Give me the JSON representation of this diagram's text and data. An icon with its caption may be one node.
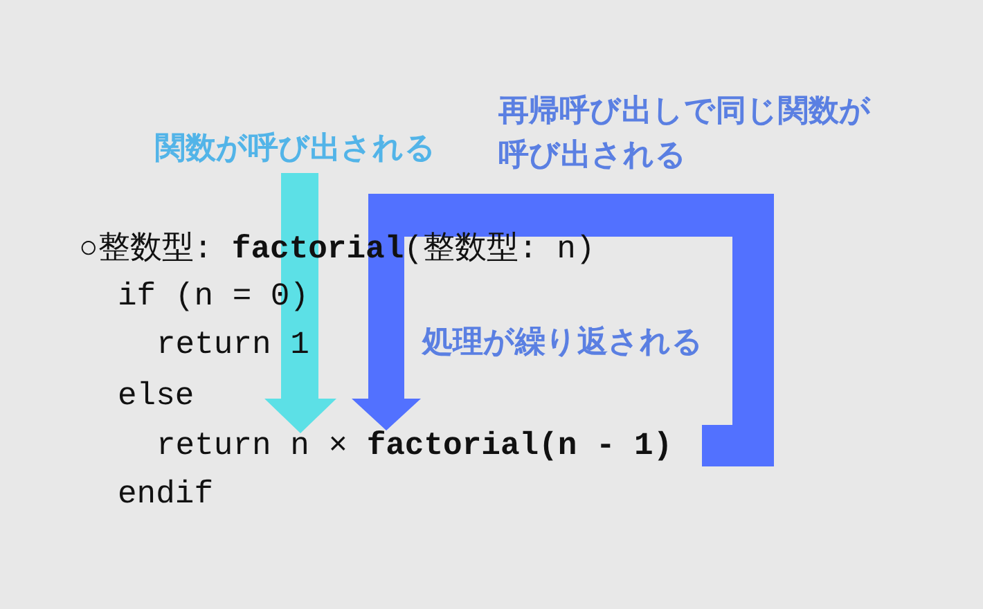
{
  "diagram": {
    "labels": [
      "再帰呼び出しで同じ関数が呼び出される",
      "関数が呼び出される",
      "○整数型: **factorial**(整数型: n)",
      "if (n = 0)",
      "return 1",
      "処理が繰り返される",
      "else",
      "return n × **factorial(n - 1)**",
      "endif"
    ]
  }
}
